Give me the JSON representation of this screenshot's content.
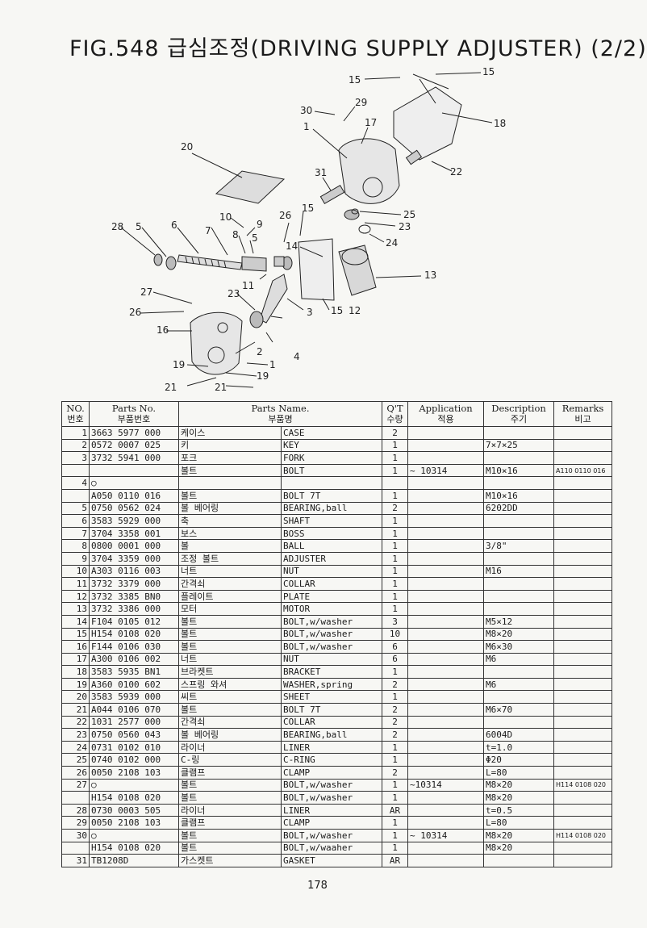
{
  "title": "FIG.548 급심조정(DRIVING SUPPLY ADJUSTER) (2/2)",
  "page_number": "178",
  "diagram_callouts": [
    "15",
    "15",
    "29",
    "30",
    "17",
    "1",
    "18",
    "20",
    "31",
    "22",
    "25",
    "23",
    "24",
    "10",
    "9",
    "15",
    "26",
    "8",
    "5",
    "6",
    "7",
    "28",
    "5",
    "14",
    "13",
    "11",
    "27",
    "23",
    "3",
    "15",
    "12",
    "26",
    "16",
    "2",
    "4",
    "1",
    "19",
    "19",
    "21",
    "21"
  ],
  "table": {
    "headers": {
      "no": "NO.",
      "no_ko": "번호",
      "parts_no": "Parts No.",
      "parts_no_ko": "부품번호",
      "parts_name": "Parts Name.",
      "parts_name_ko": "부품명",
      "qty": "Q'T",
      "qty_ko": "수량",
      "application": "Application",
      "application_ko": "적용",
      "description": "Description",
      "description_ko": "주기",
      "remarks": "Remarks",
      "remarks_ko": "비고"
    },
    "rows": [
      {
        "no": "1",
        "part": "3663 5977 000",
        "ko": "케이스",
        "en": "CASE",
        "qty": "2",
        "app": "",
        "desc": "",
        "rem": ""
      },
      {
        "no": "2",
        "part": "0572 0007 025",
        "ko": "키",
        "en": "KEY",
        "qty": "1",
        "app": "",
        "desc": "7×7×25",
        "rem": ""
      },
      {
        "no": "3",
        "part": "3732 5941 000",
        "ko": "포크",
        "en": "FORK",
        "qty": "1",
        "app": "",
        "desc": "",
        "rem": ""
      },
      {
        "no": "",
        "part": "",
        "ko": "볼트",
        "en": "BOLT",
        "qty": "1",
        "app": "~ 10314",
        "desc": "M10×16",
        "rem": "A110 0110 016"
      },
      {
        "no": "4",
        "part": "○",
        "ko": "",
        "en": "",
        "qty": "",
        "app": "",
        "desc": "",
        "rem": ""
      },
      {
        "no": "",
        "part": "A050 0110 016",
        "ko": "볼트",
        "en": "BOLT 7T",
        "qty": "1",
        "app": "",
        "desc": "M10×16",
        "rem": ""
      },
      {
        "no": "5",
        "part": "0750 0562 024",
        "ko": "볼 베어링",
        "en": "BEARING,ball",
        "qty": "2",
        "app": "",
        "desc": "6202DD",
        "rem": ""
      },
      {
        "no": "6",
        "part": "3583 5929 000",
        "ko": "축",
        "en": "SHAFT",
        "qty": "1",
        "app": "",
        "desc": "",
        "rem": ""
      },
      {
        "no": "7",
        "part": "3704 3358 001",
        "ko": "보스",
        "en": "BOSS",
        "qty": "1",
        "app": "",
        "desc": "",
        "rem": ""
      },
      {
        "no": "8",
        "part": "0800 0001 000",
        "ko": "볼",
        "en": "BALL",
        "qty": "1",
        "app": "",
        "desc": "3/8\"",
        "rem": ""
      },
      {
        "no": "9",
        "part": "3704 3359 000",
        "ko": "조정 볼트",
        "en": "ADJUSTER",
        "qty": "1",
        "app": "",
        "desc": "",
        "rem": ""
      },
      {
        "no": "10",
        "part": "A303 0116 003",
        "ko": "너트",
        "en": "NUT",
        "qty": "1",
        "app": "",
        "desc": "M16",
        "rem": ""
      },
      {
        "no": "11",
        "part": "3732 3379 000",
        "ko": "간격쇠",
        "en": "COLLAR",
        "qty": "1",
        "app": "",
        "desc": "",
        "rem": ""
      },
      {
        "no": "12",
        "part": "3732 3385 BN0",
        "ko": "플레이트",
        "en": "PLATE",
        "qty": "1",
        "app": "",
        "desc": "",
        "rem": ""
      },
      {
        "no": "13",
        "part": "3732 3386 000",
        "ko": "모터",
        "en": "MOTOR",
        "qty": "1",
        "app": "",
        "desc": "",
        "rem": ""
      },
      {
        "no": "14",
        "part": "F104 0105 012",
        "ko": "볼트",
        "en": "BOLT,w/washer",
        "qty": "3",
        "app": "",
        "desc": "M5×12",
        "rem": ""
      },
      {
        "no": "15",
        "part": "H154 0108 020",
        "ko": "볼트",
        "en": "BOLT,w/washer",
        "qty": "10",
        "app": "",
        "desc": "M8×20",
        "rem": ""
      },
      {
        "no": "16",
        "part": "F144 0106 030",
        "ko": "볼트",
        "en": "BOLT,w/washer",
        "qty": "6",
        "app": "",
        "desc": "M6×30",
        "rem": ""
      },
      {
        "no": "17",
        "part": "A300 0106 002",
        "ko": "너트",
        "en": "NUT",
        "qty": "6",
        "app": "",
        "desc": "M6",
        "rem": ""
      },
      {
        "no": "18",
        "part": "3583 5935 BN1",
        "ko": "브라켓트",
        "en": "BRACKET",
        "qty": "1",
        "app": "",
        "desc": "",
        "rem": ""
      },
      {
        "no": "19",
        "part": "A360 0100 602",
        "ko": "스프링 와셔",
        "en": "WASHER,spring",
        "qty": "2",
        "app": "",
        "desc": "M6",
        "rem": ""
      },
      {
        "no": "20",
        "part": "3583 5939 000",
        "ko": "씨트",
        "en": "SHEET",
        "qty": "1",
        "app": "",
        "desc": "",
        "rem": ""
      },
      {
        "no": "21",
        "part": "A044 0106 070",
        "ko": "볼트",
        "en": "BOLT 7T",
        "qty": "2",
        "app": "",
        "desc": "M6×70",
        "rem": ""
      },
      {
        "no": "22",
        "part": "1031 2577 000",
        "ko": "간격쇠",
        "en": "COLLAR",
        "qty": "2",
        "app": "",
        "desc": "",
        "rem": ""
      },
      {
        "no": "23",
        "part": "0750 0560 043",
        "ko": "볼 베어링",
        "en": "BEARING,ball",
        "qty": "2",
        "app": "",
        "desc": "6004D",
        "rem": ""
      },
      {
        "no": "24",
        "part": "0731 0102 010",
        "ko": "라이너",
        "en": "LINER",
        "qty": "1",
        "app": "",
        "desc": "t=1.0",
        "rem": ""
      },
      {
        "no": "25",
        "part": "0740 0102 000",
        "ko": "C-링",
        "en": "C-RING",
        "qty": "1",
        "app": "",
        "desc": "Φ20",
        "rem": ""
      },
      {
        "no": "26",
        "part": "0050 2108 103",
        "ko": "클램프",
        "en": "CLAMP",
        "qty": "2",
        "app": "",
        "desc": "L=80",
        "rem": ""
      },
      {
        "no": "27",
        "part": "○",
        "ko": "볼트",
        "en": "BOLT,w/washer",
        "qty": "1",
        "app": "~10314",
        "desc": "M8×20",
        "rem": "H114 0108 020"
      },
      {
        "no": "",
        "part": "H154 0108 020",
        "ko": "볼트",
        "en": "BOLT,w/washer",
        "qty": "1",
        "app": "",
        "desc": "M8×20",
        "rem": ""
      },
      {
        "no": "28",
        "part": "0730 0003 505",
        "ko": "라이너",
        "en": "LINER",
        "qty": "AR",
        "app": "",
        "desc": "t=0.5",
        "rem": ""
      },
      {
        "no": "29",
        "part": "0050 2108 103",
        "ko": "클램프",
        "en": "CLAMP",
        "qty": "1",
        "app": "",
        "desc": "L=80",
        "rem": ""
      },
      {
        "no": "30",
        "part": "○",
        "ko": "볼트",
        "en": "BOLT,w/washer",
        "qty": "1",
        "app": "~ 10314",
        "desc": "M8×20",
        "rem": "H114 0108 020"
      },
      {
        "no": "",
        "part": "H154 0108 020",
        "ko": "볼트",
        "en": "BOLT,w/waaher",
        "qty": "1",
        "app": "",
        "desc": "M8×20",
        "rem": ""
      },
      {
        "no": "31",
        "part": "TB1208D",
        "ko": "가스켓트",
        "en": "GASKET",
        "qty": "AR",
        "app": "",
        "desc": "",
        "rem": ""
      }
    ]
  }
}
